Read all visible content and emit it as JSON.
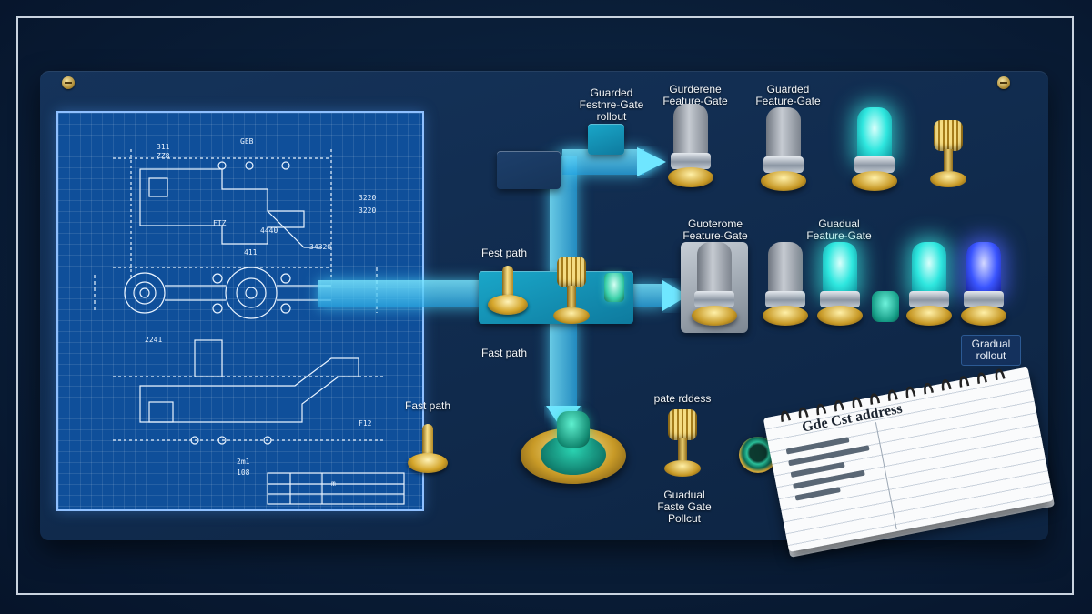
{
  "labels": {
    "top_left": "Guarded\nFestnre-Gate\nrollout",
    "top_mid": "Gurderene\nFeature-Gate",
    "top_right": "Guarded\nFeature-Gate",
    "fast_path_top": "Fest path",
    "fast_path_bottom": "Fast path",
    "fast_path_left": "Fast path",
    "mid_left": "Guoterome\nFeature-Gate",
    "mid_right": "Guadual\nFeature-Gate",
    "gradual_rollout": "Gradual\nrollout",
    "pate_address": "pate rddess",
    "bottom_knob": "Guadual\nFaste Gate\nPollcut"
  },
  "notepad": {
    "title": "Gde Cst address"
  },
  "blueprint": {
    "notes": [
      "311",
      "ZZ8",
      "GEB",
      "3220",
      "3220",
      "FTZ",
      "4440",
      "34320",
      "411",
      "2241",
      "2m1",
      "108",
      "F12",
      "m"
    ]
  },
  "lamps": {
    "top_row": [
      "off",
      "off",
      "cyan"
    ],
    "mid_row": [
      "off",
      "off",
      "cyan",
      "cyan",
      "blue"
    ]
  },
  "colors": {
    "panel": "#112c4f",
    "blueprint": "#0f4f9a",
    "glow_cyan": "#2fe7df",
    "glow_blue": "#3a55ff",
    "brass": "#c89a27"
  }
}
